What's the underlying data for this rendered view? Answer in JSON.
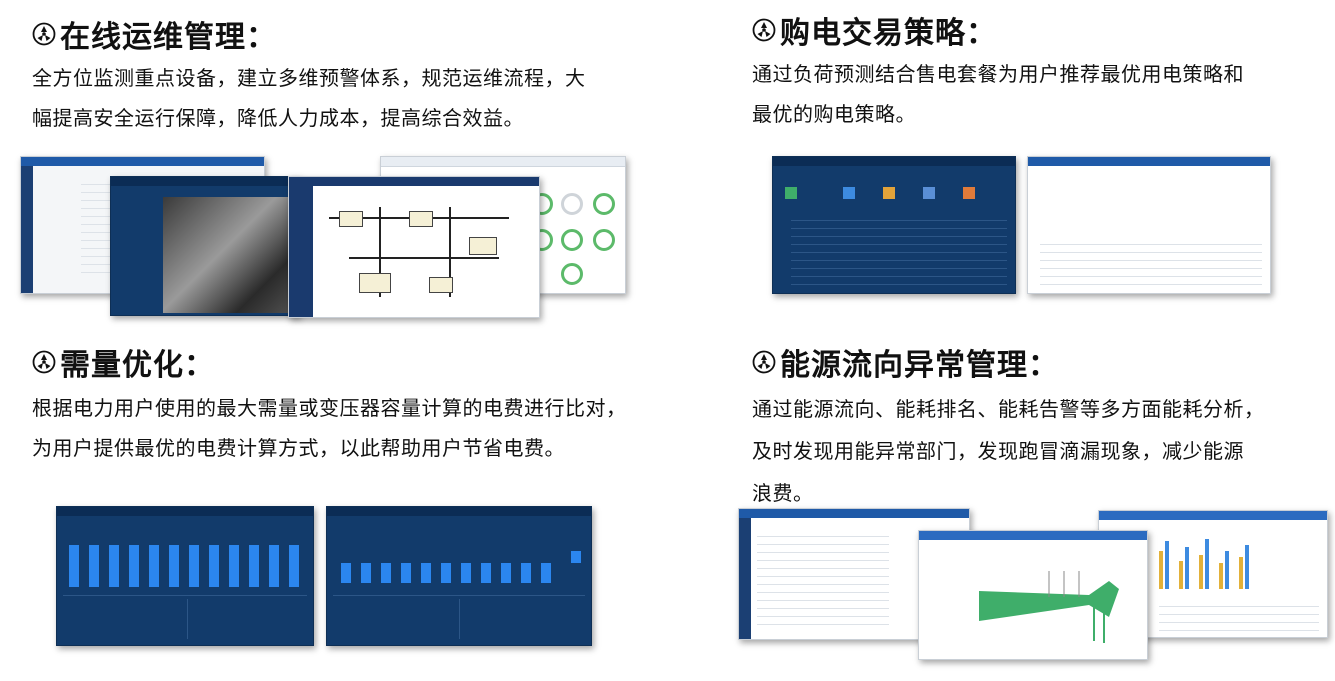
{
  "sections": [
    {
      "id": "online-ops",
      "icon": "trefoil-icon",
      "title": "在线运维管理：",
      "lines": [
        "全方位监测重点设备，建立多维预警体系，规范运维流程，大",
        "幅提高安全运行保障，降低人力成本，提高综合效益。"
      ]
    },
    {
      "id": "power-purchase",
      "icon": "trefoil-icon",
      "title": "购电交易策略：",
      "lines": [
        "通过负荷预测结合售电套餐为用户推荐最优用电策略和",
        "最优的购电策略。"
      ]
    },
    {
      "id": "demand-opt",
      "icon": "trefoil-icon",
      "title": "需量优化：",
      "lines": [
        " 根据电力用户使用的最大需量或变压器容量计算的电费进行比对，",
        "为用户提供最优的电费计算方式，以此帮助用户节省电费。"
      ]
    },
    {
      "id": "energy-flow",
      "icon": "trefoil-icon",
      "title": "能源流向异常管理：",
      "lines": [
        "  通过能源流向、能耗排名、能耗告警等多方面能耗分析，",
        "及时发现用能异常部门，发现跑冒滴漏现象，减少能源",
        "浪费。"
      ]
    }
  ],
  "colors": {
    "accent_blue": "#1f5aa8",
    "dark_panel": "#123b6b",
    "bar_blue": "#2b86ef",
    "gauge_green": "#5cba6a",
    "flow_green": "#3fae6a"
  }
}
